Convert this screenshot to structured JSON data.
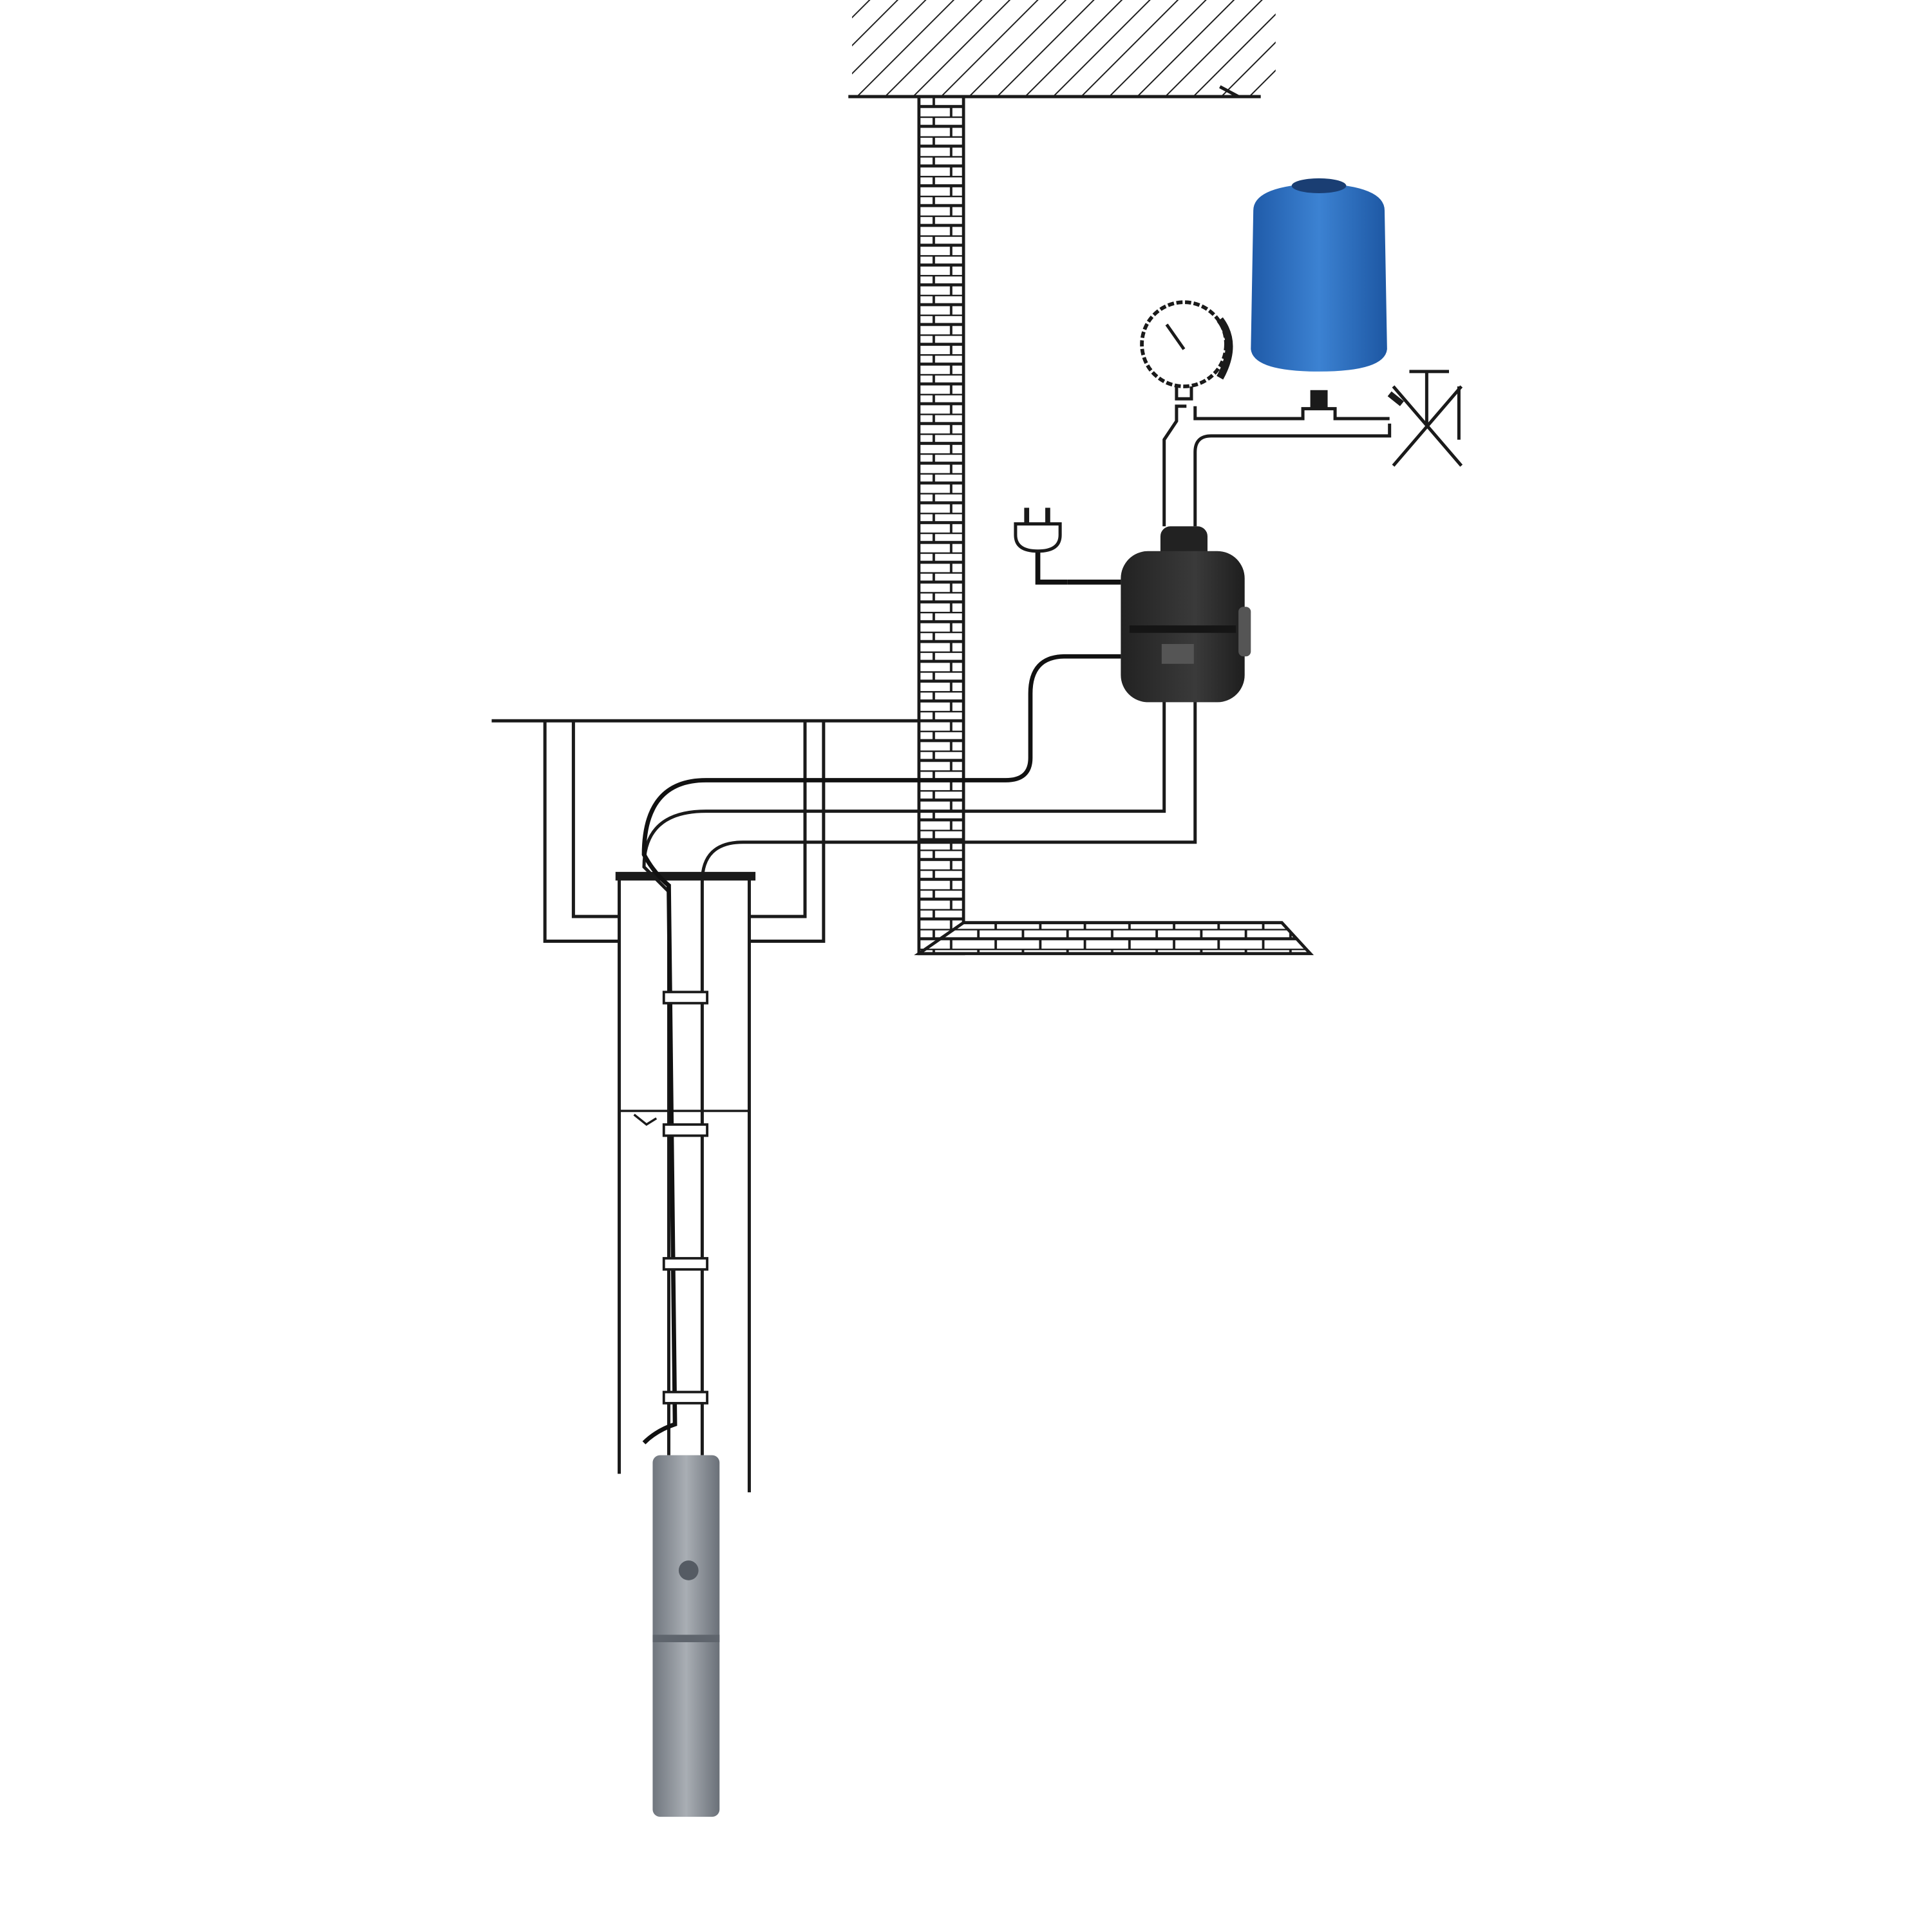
{
  "diagram": {
    "components": [
      {
        "id": "ceiling",
        "icon": "hatched-ceiling-icon"
      },
      {
        "id": "wall",
        "icon": "brick-wall-icon"
      },
      {
        "id": "floor",
        "icon": "brick-floor-icon"
      },
      {
        "id": "expansion-tank",
        "icon": "pressure-tank-icon"
      },
      {
        "id": "pressure-gauge",
        "icon": "gauge-icon"
      },
      {
        "id": "outlet-valve",
        "icon": "valve-icon"
      },
      {
        "id": "power-plug",
        "icon": "plug-icon"
      },
      {
        "id": "pressure-switch",
        "icon": "pump-controller-icon"
      },
      {
        "id": "well-pit",
        "icon": "well-pit-icon"
      },
      {
        "id": "well-casing",
        "icon": "well-casing-icon"
      },
      {
        "id": "submersible-pump",
        "icon": "submersible-pump-icon"
      }
    ],
    "colors": {
      "line": "#1a1a1a",
      "tank": "#2f6fc0",
      "controller": "#2b2b2b",
      "pump": "#8d939b"
    }
  }
}
